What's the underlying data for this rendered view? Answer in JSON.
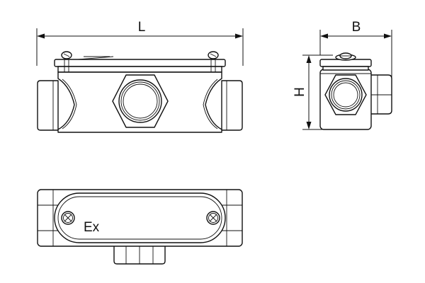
{
  "labels": {
    "length": "L",
    "width": "B",
    "height": "H",
    "marking": "Ex"
  }
}
